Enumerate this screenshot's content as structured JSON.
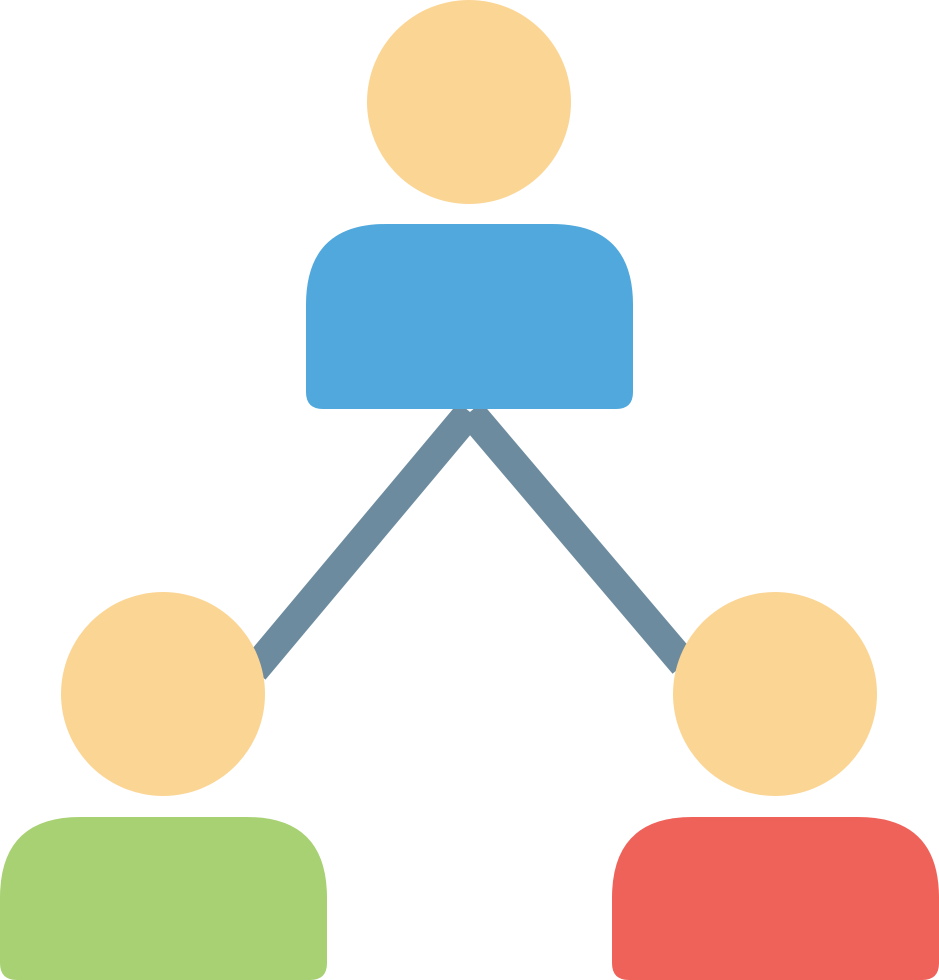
{
  "icon": "user-network-icon",
  "colors": {
    "background": "#ffffff",
    "head": "#FBD594",
    "connector": "#6C8B9E",
    "top_body": "#50A8DC",
    "left_body": "#A8D174",
    "right_body": "#EF625A"
  },
  "people": [
    {
      "name": "top-person",
      "body_color_key": "top_body"
    },
    {
      "name": "left-person",
      "body_color_key": "left_body"
    },
    {
      "name": "right-person",
      "body_color_key": "right_body"
    }
  ]
}
